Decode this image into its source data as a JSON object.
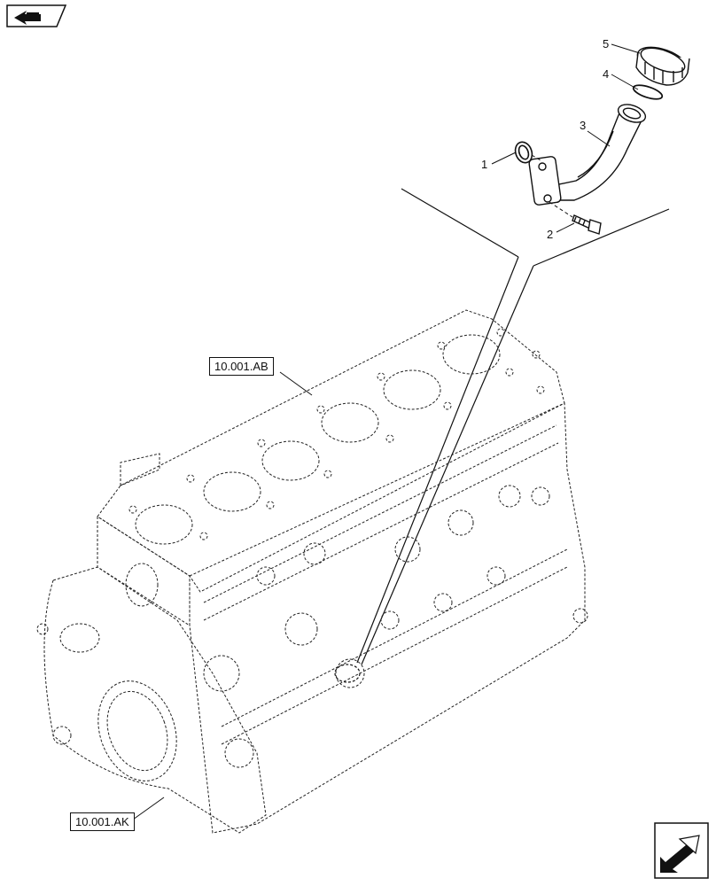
{
  "callouts": [
    {
      "id": "1",
      "label": "1"
    },
    {
      "id": "2",
      "label": "2"
    },
    {
      "id": "3",
      "label": "3"
    },
    {
      "id": "4",
      "label": "4"
    },
    {
      "id": "5",
      "label": "5"
    }
  ],
  "references": {
    "block_upper": "10.001.AB",
    "block_lower": "10.001.AK"
  },
  "icons": {
    "top_left": "folder-arrow-icon",
    "bottom_right": "next-page-arrow-icon"
  }
}
